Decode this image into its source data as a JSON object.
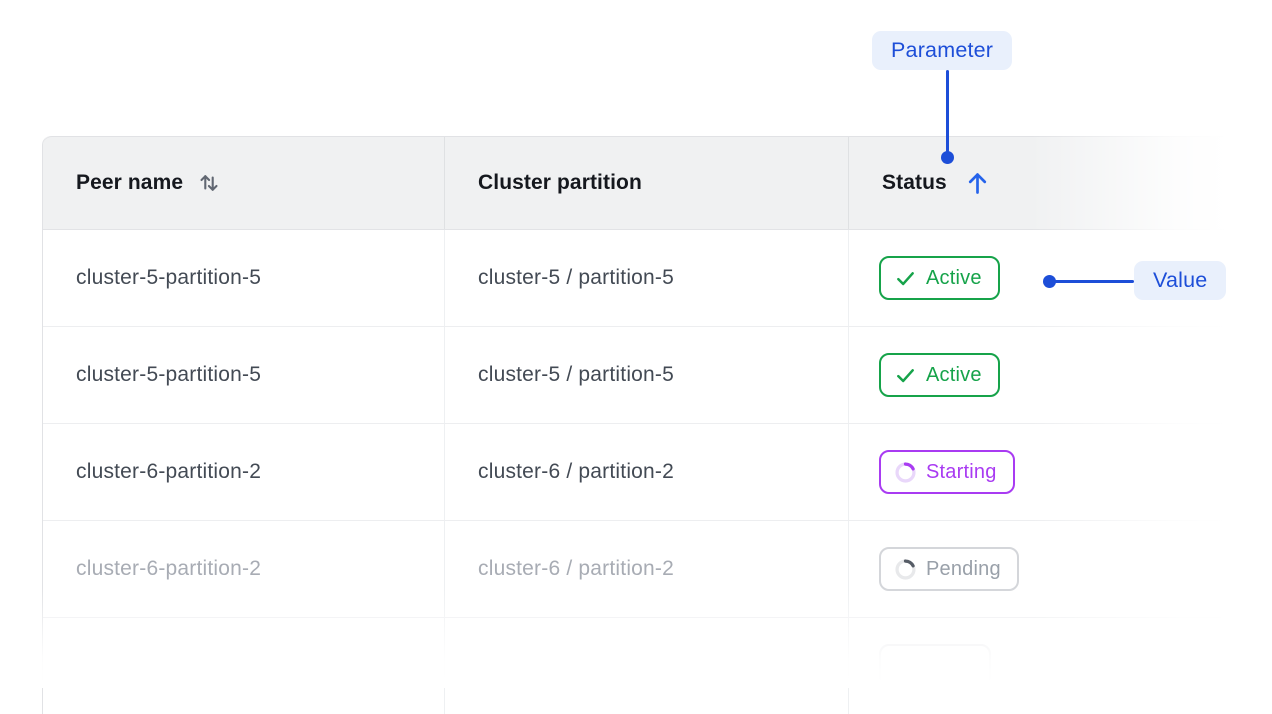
{
  "page": {
    "background": "#ffffff"
  },
  "annotations": {
    "parameter": {
      "label": "Parameter"
    },
    "value": {
      "label": "Value"
    },
    "text_color": "#1d4ed8",
    "badge_bg": "#e9f0fc",
    "connector_color": "#1d4ed8"
  },
  "table": {
    "header_bg": "#f0f1f2",
    "columns": [
      {
        "label": "Peer name",
        "sort_icon": "sort-both"
      },
      {
        "label": "Cluster partition",
        "sort_icon": null
      },
      {
        "label": "Status",
        "sort_icon": "sort-asc",
        "sort_icon_color": "#2563eb"
      }
    ],
    "rows": [
      {
        "peer_name": "cluster-5-partition-5",
        "cluster_partition": "cluster-5 / partition-5",
        "status": "Active",
        "kind": "active",
        "muted": false
      },
      {
        "peer_name": "cluster-5-partition-5",
        "cluster_partition": "cluster-5 / partition-5",
        "status": "Active",
        "kind": "active",
        "muted": false
      },
      {
        "peer_name": "cluster-6-partition-2",
        "cluster_partition": "cluster-6 / partition-2",
        "status": "Starting",
        "kind": "starting",
        "muted": false
      },
      {
        "peer_name": "cluster-6-partition-2",
        "cluster_partition": "cluster-6 / partition-2",
        "status": "Pending",
        "kind": "pending",
        "muted": true
      },
      {
        "peer_name": "",
        "cluster_partition": "",
        "status": "",
        "kind": "ghost",
        "muted": true
      }
    ],
    "status_colors": {
      "active": "#16a34a",
      "starting": "#a93bf2",
      "pending_text": "#99a0a9",
      "pending_border": "#d4d6da",
      "pending_spinner_arc": "#565c66"
    }
  }
}
